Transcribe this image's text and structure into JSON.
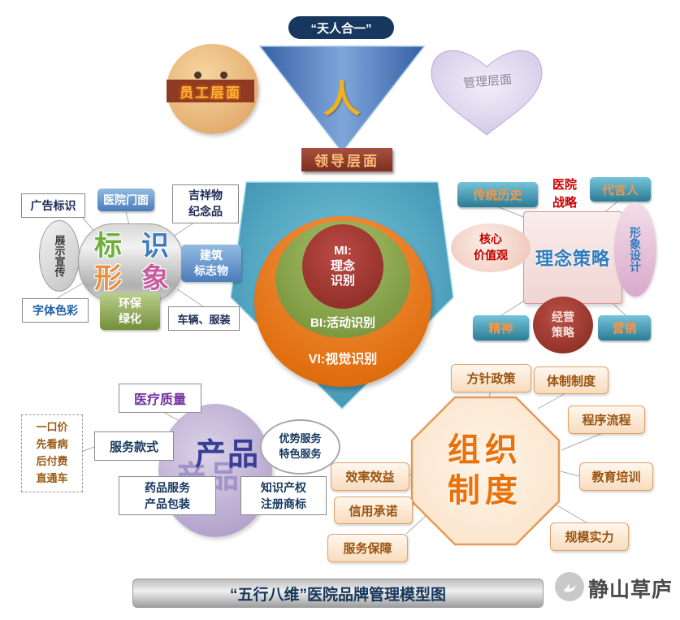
{
  "colors": {
    "banner_navy": "#17375E",
    "pentagon_blue": "#2F87A6",
    "vi_orange": "#E36C0A",
    "bi_green": "#77933C",
    "mi_red": "#A13530",
    "teal_tab": "#2E7F99",
    "tab_text_orange": "#F79646",
    "concept_pink": "#F0D5D3",
    "org_orange": "#E8730D",
    "product_purple": "#B2A1CB",
    "gold_person": "#F2B21B"
  },
  "top": {
    "banner": "“天人合一”",
    "person": "人",
    "employee_level": "员工层面",
    "management_level": "管理层面",
    "leader_level": "领导层面"
  },
  "pentagon": {
    "mi": "MI:\n理念\n识别",
    "bi": "BI:活动识别",
    "vi": "VI:视觉识别"
  },
  "identity": {
    "title": "标识形象",
    "title_chars": [
      {
        "ch": "标",
        "color": "#6FAE3C"
      },
      {
        "ch": "识",
        "color": "#3E7CC0"
      },
      {
        "ch": "形",
        "color": "#E8913D"
      },
      {
        "ch": "象",
        "color": "#C75C9E"
      }
    ],
    "ad": "广告标识",
    "facade": "医院门面",
    "mascot": "吉祥物\n纪念品",
    "display": "展示宣传",
    "building": "建筑\n标志物",
    "font_color": "字体色彩",
    "eco_green": "环保\n绿化",
    "vehicle": "车辆、服装"
  },
  "concept": {
    "title": "理念策略",
    "tradition": "传统历史",
    "hospital_strategy": "医院\n战略",
    "spokesperson": "代言人",
    "core_values": "核心\n价值观",
    "image_design": "形象设计",
    "spirit": "精神",
    "business_strategy": "经营\n策略",
    "marketing": "营销"
  },
  "product": {
    "title": "产品",
    "quality": "医疗质量",
    "service_style": "服务款式",
    "express": "一口价\n先看病\n后付费\n直通车",
    "advantage": "优势服务\n特色服务",
    "packaging": "药品服务\n产品包装",
    "ip": "知识产权\n注册商标"
  },
  "organization": {
    "title": "组织\n制度",
    "policy": "方针政策",
    "institution": "体制制度",
    "process": "程序流程",
    "training": "教育培训",
    "scale": "规模实力",
    "efficiency": "效率效益",
    "credit": "信用承诺",
    "guarantee": "服务保障"
  },
  "footer": {
    "title": "“五行八维”医院品牌管理模型图",
    "watermark": "静山草庐"
  }
}
